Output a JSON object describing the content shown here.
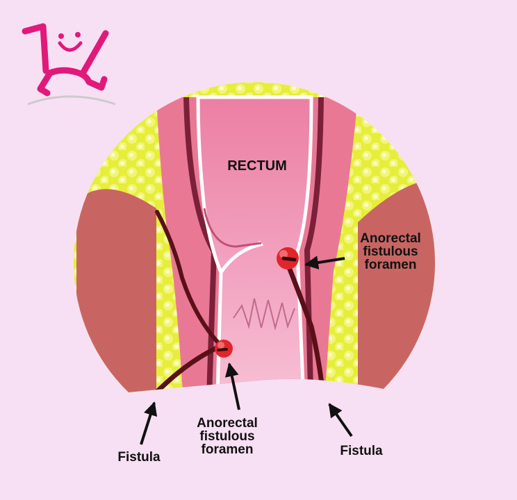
{
  "colors": {
    "background": "#f7e0f3",
    "logo": "#e0197b",
    "fat": "#e6ee3a",
    "muscle": "#c86563",
    "lining": "#e97895",
    "lumen": "#f1a2bf",
    "fistula": "#5a1018",
    "foramen": "#e0262b"
  },
  "logo": {
    "icon": "smiling-child-logo-icon"
  },
  "labels": {
    "rectum": "RECTUM",
    "foramen_right": [
      "Anorectal",
      "fistulous",
      "foramen"
    ],
    "foramen_bottom": [
      "Anorectal",
      "fistulous",
      "foramen"
    ],
    "fistula_left": "Fistula",
    "fistula_right": "Fistula"
  }
}
